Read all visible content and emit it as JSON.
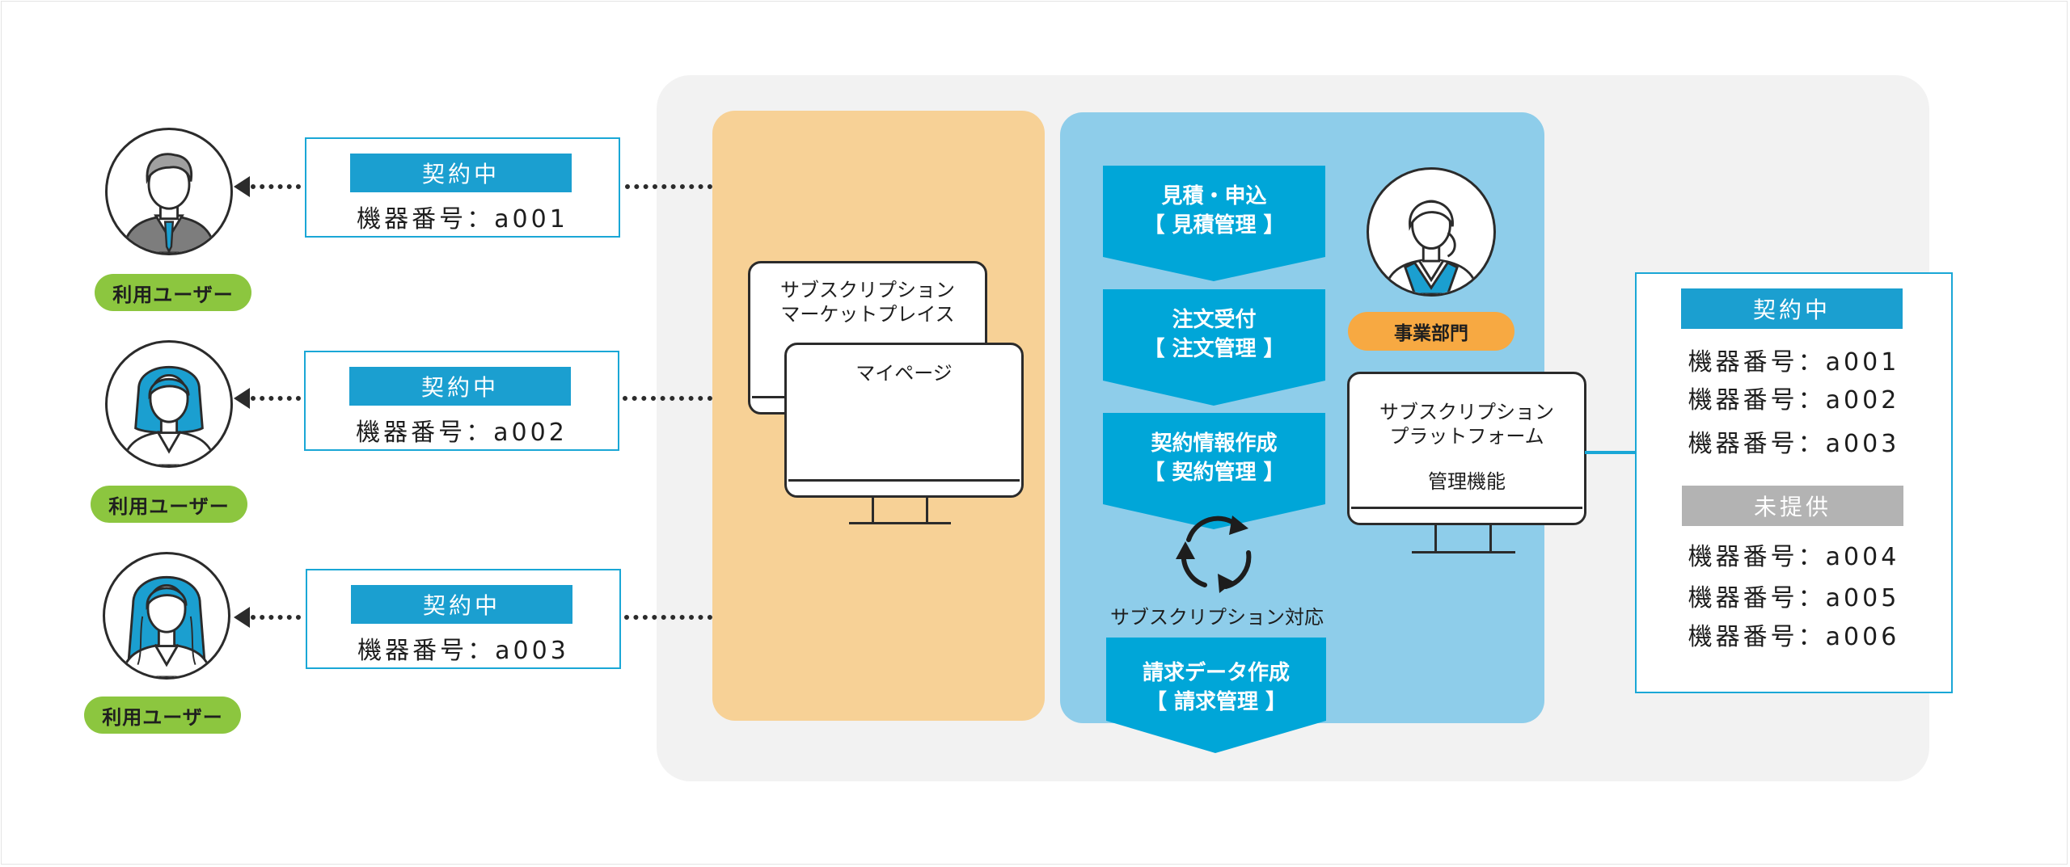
{
  "users": [
    {
      "label": "利用ユーザー",
      "status": "契約中",
      "device": "機器番号：a001"
    },
    {
      "label": "利用ユーザー",
      "status": "契約中",
      "device": "機器番号：a002"
    },
    {
      "label": "利用ユーザー",
      "status": "契約中",
      "device": "機器番号：a003"
    }
  ],
  "marketplace": {
    "title_line1": "サブスクリプション",
    "title_line2": "マーケットプレイス",
    "mypage": "マイページ"
  },
  "workflow": [
    {
      "line1": "見積・申込",
      "line2": "【 見積管理 】"
    },
    {
      "line1": "注文受付",
      "line2": "【 注文管理 】"
    },
    {
      "line1": "契約情報作成",
      "line2": "【 契約管理 】"
    },
    {
      "line1": "請求データ作成",
      "line2": "【 請求管理 】"
    }
  ],
  "cycle_caption": "サブスクリプション対応",
  "department": {
    "label": "事業部門"
  },
  "platform": {
    "line1": "サブスクリプション",
    "line2": "プラットフォーム",
    "line3": "管理機能"
  },
  "devices": {
    "active_label": "契約中",
    "active": [
      "機器番号：a001",
      "機器番号：a002",
      "機器番号：a003"
    ],
    "inactive_label": "未提供",
    "inactive": [
      "機器番号：a004",
      "機器番号：a005",
      "機器番号：a006"
    ]
  },
  "colors": {
    "accent_blue": "#1b9fd0",
    "panel_blue": "#8ecdea",
    "panel_orange": "#f7d196",
    "user_green": "#8cc63f",
    "dept_orange": "#f7a942",
    "gray_tag": "#b3b3b3"
  }
}
